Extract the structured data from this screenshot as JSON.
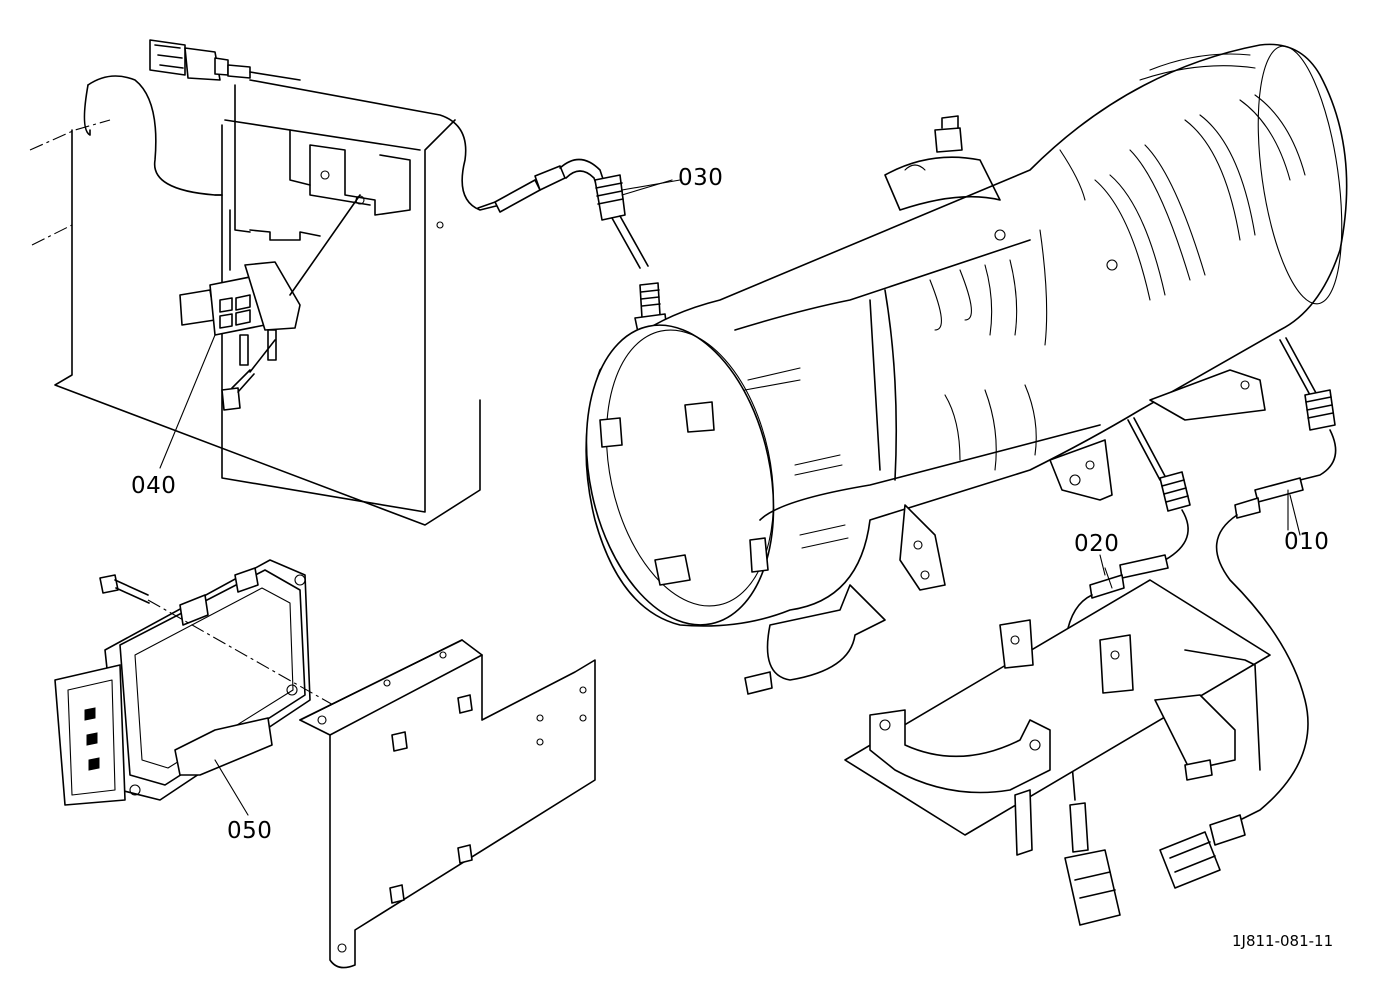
{
  "diagram": {
    "callouts": {
      "p010": "010",
      "p020": "020",
      "p030": "030",
      "p040": "040",
      "p050": "050"
    },
    "drawing_code": "1J811-081-11"
  }
}
